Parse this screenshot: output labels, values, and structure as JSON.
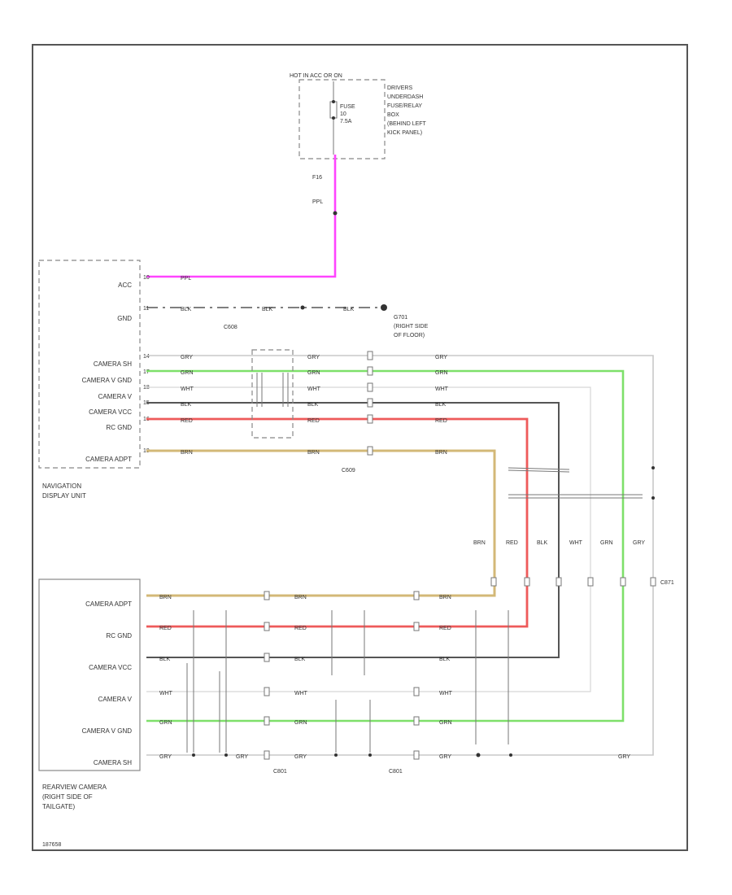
{
  "fuse_box": {
    "header": "HOT IN ACC OR ON",
    "fuse_label": "FUSE",
    "fuse_number": "10",
    "fuse_rating": "7.5A",
    "location": [
      "DRIVERS",
      "UNDERDASH",
      "FUSE/RELAY",
      "BOX",
      "(BEHIND LEFT",
      "KICK PANEL)"
    ]
  },
  "ppl_pins": {
    "upper": "F16",
    "lower": "PPL"
  },
  "nav_unit": {
    "name": [
      "NAVIGATION",
      "DISPLAY UNIT"
    ],
    "pins": [
      {
        "label": "ACC",
        "num": "10"
      },
      {
        "label": "GND",
        "num": "11"
      },
      {
        "label": "CAMERA SH",
        "num": "14"
      },
      {
        "label": "CAMERA V GND",
        "num": "17"
      },
      {
        "label": "CAMERA V",
        "num": "18"
      },
      {
        "label": "CAMERA VCC",
        "num": "15"
      },
      {
        "label": "RC GND",
        "num": "16"
      },
      {
        "label": "CAMERA ADPT",
        "num": "19"
      }
    ]
  },
  "ground_label": [
    "G701",
    "(RIGHT SIDE",
    "OF FLOOR)"
  ],
  "connectors": {
    "c_upper": "C608",
    "c_mid": "C609",
    "c_low1": "C801",
    "c_low2": "C801",
    "camera_adpt_tag": "C871"
  },
  "wire_colors": {
    "ppl": "PPL",
    "blk": "BLK",
    "red": "RED",
    "gry": "GRY",
    "grn": "GRN",
    "wht": "WHT",
    "brn": "BRN"
  },
  "column_labels": [
    "BRN",
    "RED",
    "BLK",
    "WHT",
    "GRN",
    "GRY"
  ],
  "camera": {
    "pins": [
      "CAMERA ADPT",
      "RC GND",
      "CAMERA VCC",
      "CAMERA V",
      "CAMERA V GND",
      "CAMERA SH"
    ],
    "name": [
      "REARVIEW CAMERA",
      "(RIGHT SIDE OF",
      "TAILGATE)"
    ]
  },
  "footer_code": "187658",
  "colors": {
    "ppl": "#ff44ff",
    "grn": "#7ee06a",
    "red": "#ee5a5a",
    "brn": "#d3b877",
    "blk": "#555555",
    "gry": "#c8c8c8",
    "wht": "#d7d7d7"
  }
}
